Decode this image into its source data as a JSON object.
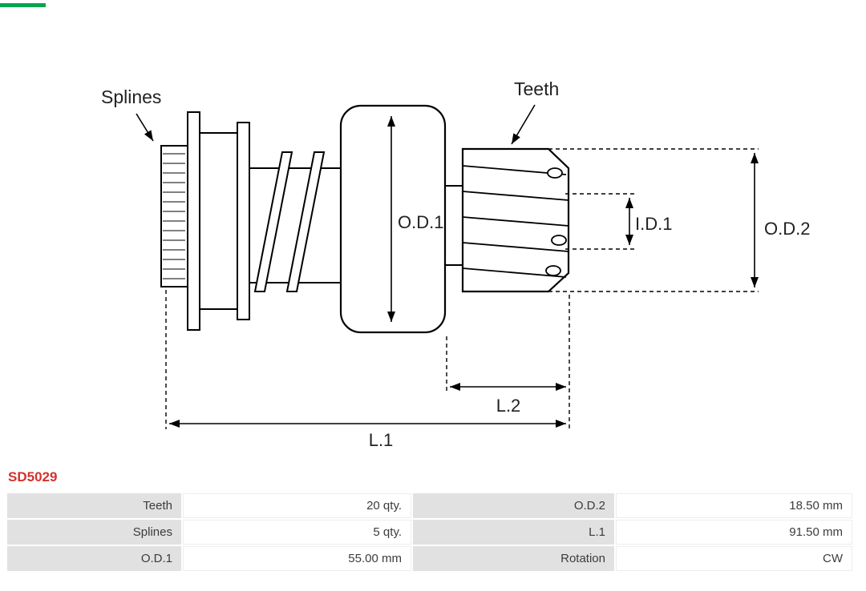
{
  "brand": {
    "strip_color": "#00a551"
  },
  "part": {
    "number": "SD5029",
    "accent_color": "#d2322d"
  },
  "colors": {
    "table_label_bg": "#e1e1e1",
    "diagram_stroke": "#000000"
  },
  "diagram": {
    "labels": {
      "splines": "Splines",
      "teeth": "Teeth",
      "od1": "O.D.1",
      "id1": "I.D.1",
      "od2": "O.D.2",
      "l2": "L.2",
      "l1": "L.1"
    }
  },
  "specs": {
    "rows": [
      [
        "Teeth",
        "20 qty.",
        "O.D.2",
        "18.50 mm"
      ],
      [
        "Splines",
        "5 qty.",
        "L.1",
        "91.50 mm"
      ],
      [
        "O.D.1",
        "55.00 mm",
        "Rotation",
        "CW"
      ]
    ]
  }
}
